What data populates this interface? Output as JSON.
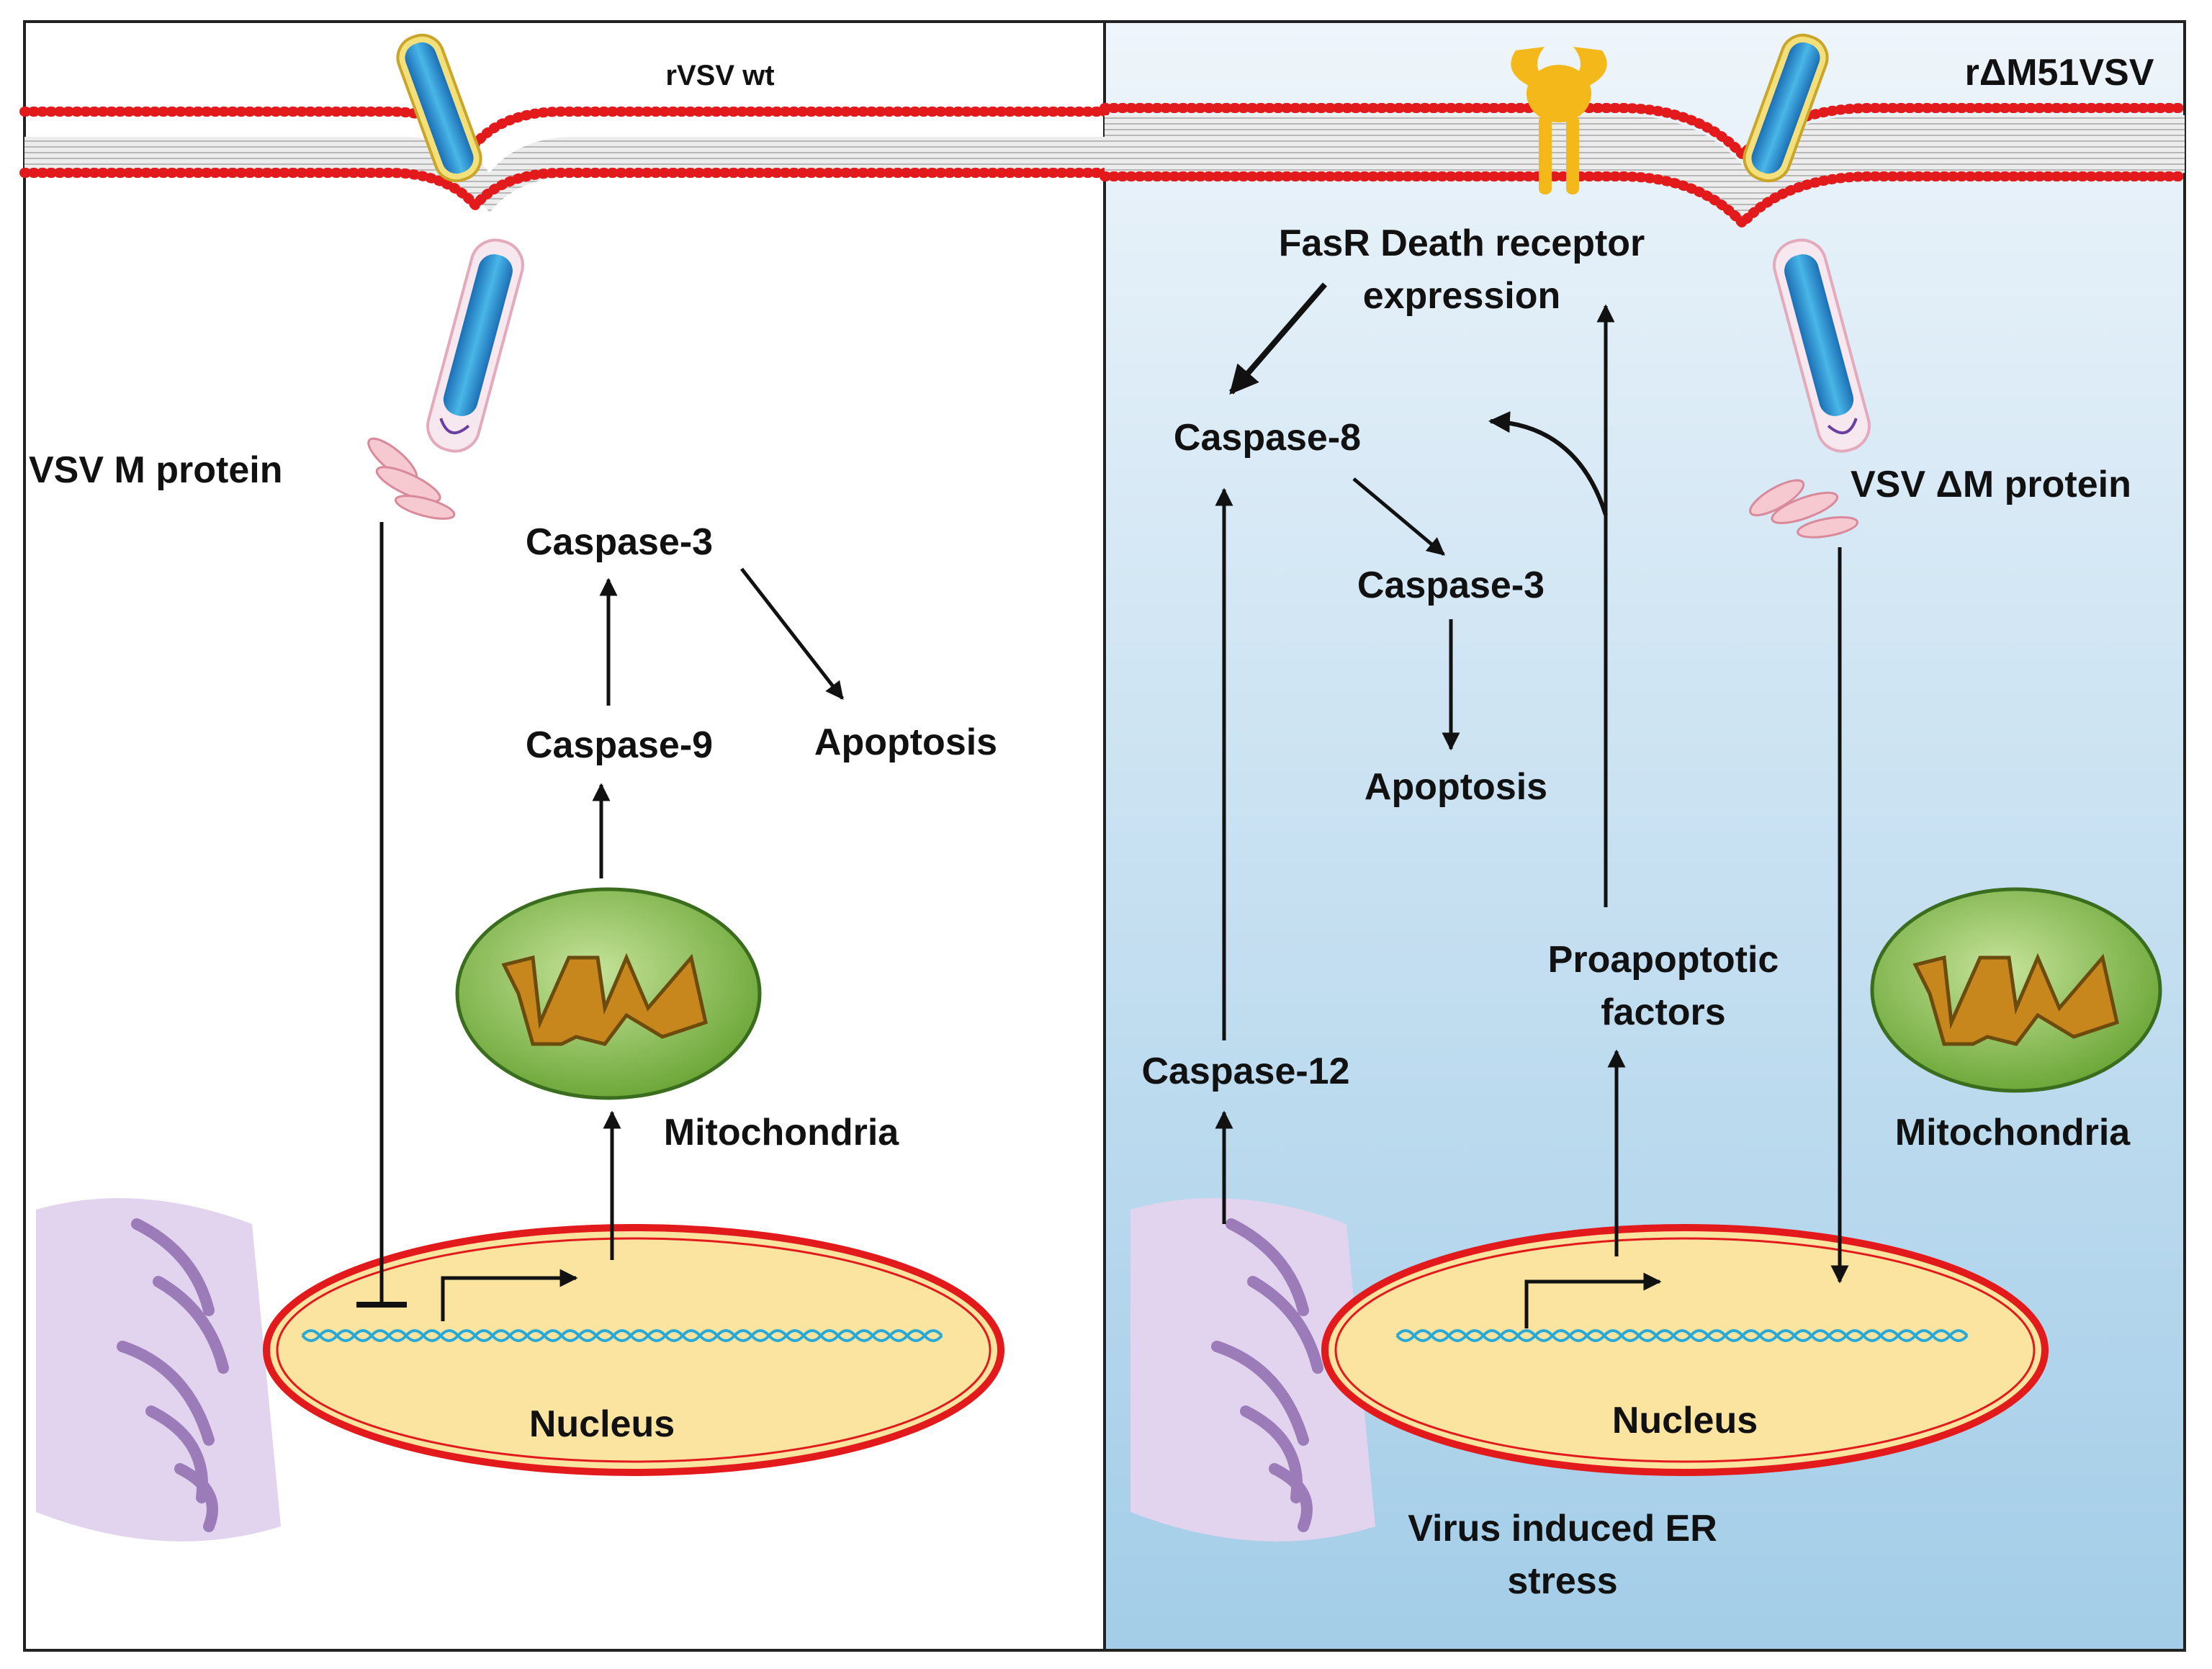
{
  "left_panel": {
    "title": "rVSV wt",
    "m_protein": "VSV M protein",
    "caspase3": "Caspase-3",
    "caspase9": "Caspase-9",
    "apoptosis": "Apoptosis",
    "mitochondria": "Mitochondria",
    "nucleus": "Nucleus"
  },
  "right_panel": {
    "title": "rΔM51VSV",
    "fasr_line1": "FasR Death receptor",
    "fasr_line2": "expression",
    "caspase8": "Caspase-8",
    "caspase3": "Caspase-3",
    "apoptosis": "Apoptosis",
    "m_protein": "VSV ΔM protein",
    "proapoptotic_line1": "Proapoptotic",
    "proapoptotic_line2": "factors",
    "caspase12": "Caspase-12",
    "mitochondria": "Mitochondria",
    "nucleus": "Nucleus",
    "er_line1": "Virus induced ER",
    "er_line2": "stress"
  },
  "colors": {
    "membrane_red": "#e31a1c",
    "membrane_gray": "#d0d0d0",
    "nucleus_fill": "#fbe3a0",
    "nucleus_border": "#e31a1c",
    "dna": "#29a9d6",
    "mito_outer": "#8fc25a",
    "mito_inner": "#c8871d",
    "er": "#9b7bb8",
    "fasr": "#f4b81a",
    "right_bg_top": "#e9f2f9",
    "right_bg_bottom": "#a7cfe8",
    "virus_blue": "#2a8fd0"
  }
}
